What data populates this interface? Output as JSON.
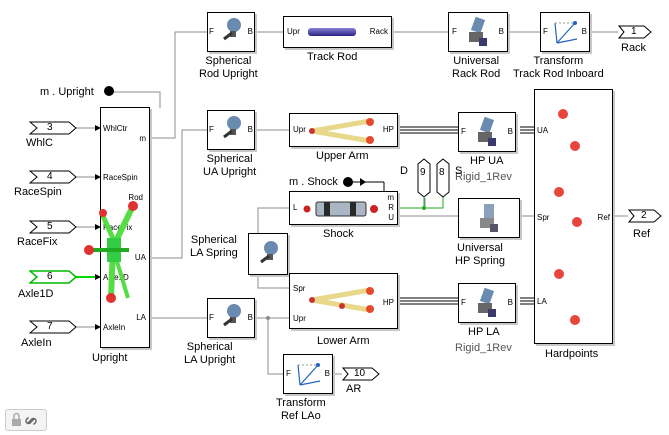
{
  "ports_in": [
    {
      "num": "3",
      "label": "WhlC"
    },
    {
      "num": "4",
      "label": "RaceSpin"
    },
    {
      "num": "5",
      "label": "RaceFix"
    },
    {
      "num": "6",
      "label": "Axle1D"
    },
    {
      "num": "7",
      "label": "AxleIn"
    }
  ],
  "ports_out": {
    "rack": {
      "num": "1",
      "label": "Rack"
    },
    "ref": {
      "num": "2",
      "label": "Ref"
    },
    "ar": {
      "num": "10",
      "label": "AR"
    }
  },
  "goto_tags": {
    "upright": "m . Upright",
    "shock": "m . Shock"
  },
  "upright": {
    "name": "Upright",
    "ports": {
      "whlctr": "WhlCtr",
      "racespin": "RaceSpin",
      "racefix": "RaceFix",
      "axle1d": "Axle1D",
      "axlein": "AxleIn",
      "m": "m",
      "rod": "Rod",
      "ua": "UA",
      "la": "LA"
    }
  },
  "blocks": {
    "sph_rod_upright": "Spherical\nRod Upright",
    "track_rod": "Track Rod",
    "universal_rack_rod": "Universal\nRack Rod",
    "transform_track_rod": "Transform\nTrack Rod Inboard",
    "sph_ua_upright": "Spherical\nUA Upright",
    "upper_arm": "Upper Arm",
    "hp_ua": "HP UA",
    "rigid_1": "Rigid_1Rev",
    "shock": "Shock",
    "sph_la_spring": "Spherical\nLA Spring",
    "universal_hp_spring": "Universal\nHP Spring",
    "lower_arm": "Lower Arm",
    "hp_la": "HP LA",
    "rigid_2": "Rigid_1Rev",
    "sph_la_upright": "Spherical\nLA Upright",
    "transform_ref_lao": "Transform\nRef LAo",
    "hardpoints": "Hardpoints"
  },
  "port_labels": {
    "track_upr": "Upr",
    "track_rack": "Rack",
    "arm_upr": "Upr",
    "arm_hp": "HP",
    "low_spr": "Spr",
    "low_upr": "Upr",
    "low_hp": "HP",
    "shock_l": "L",
    "shock_m": "m",
    "shock_r": "R",
    "shock_u": "U",
    "hp_ua": "UA",
    "hp_spr": "Spr",
    "hp_la": "LA",
    "hp_ref": "Ref",
    "joint_f": "F",
    "joint_b": "B"
  },
  "from_tags": {
    "d_label": "D",
    "s_label": "S",
    "d_num": "9",
    "s_num": "8"
  },
  "colors": {
    "wire": "#888888",
    "green": "#00cc00",
    "stroke": "#000000"
  },
  "icons": [
    "lock-icon",
    "link-icon"
  ]
}
